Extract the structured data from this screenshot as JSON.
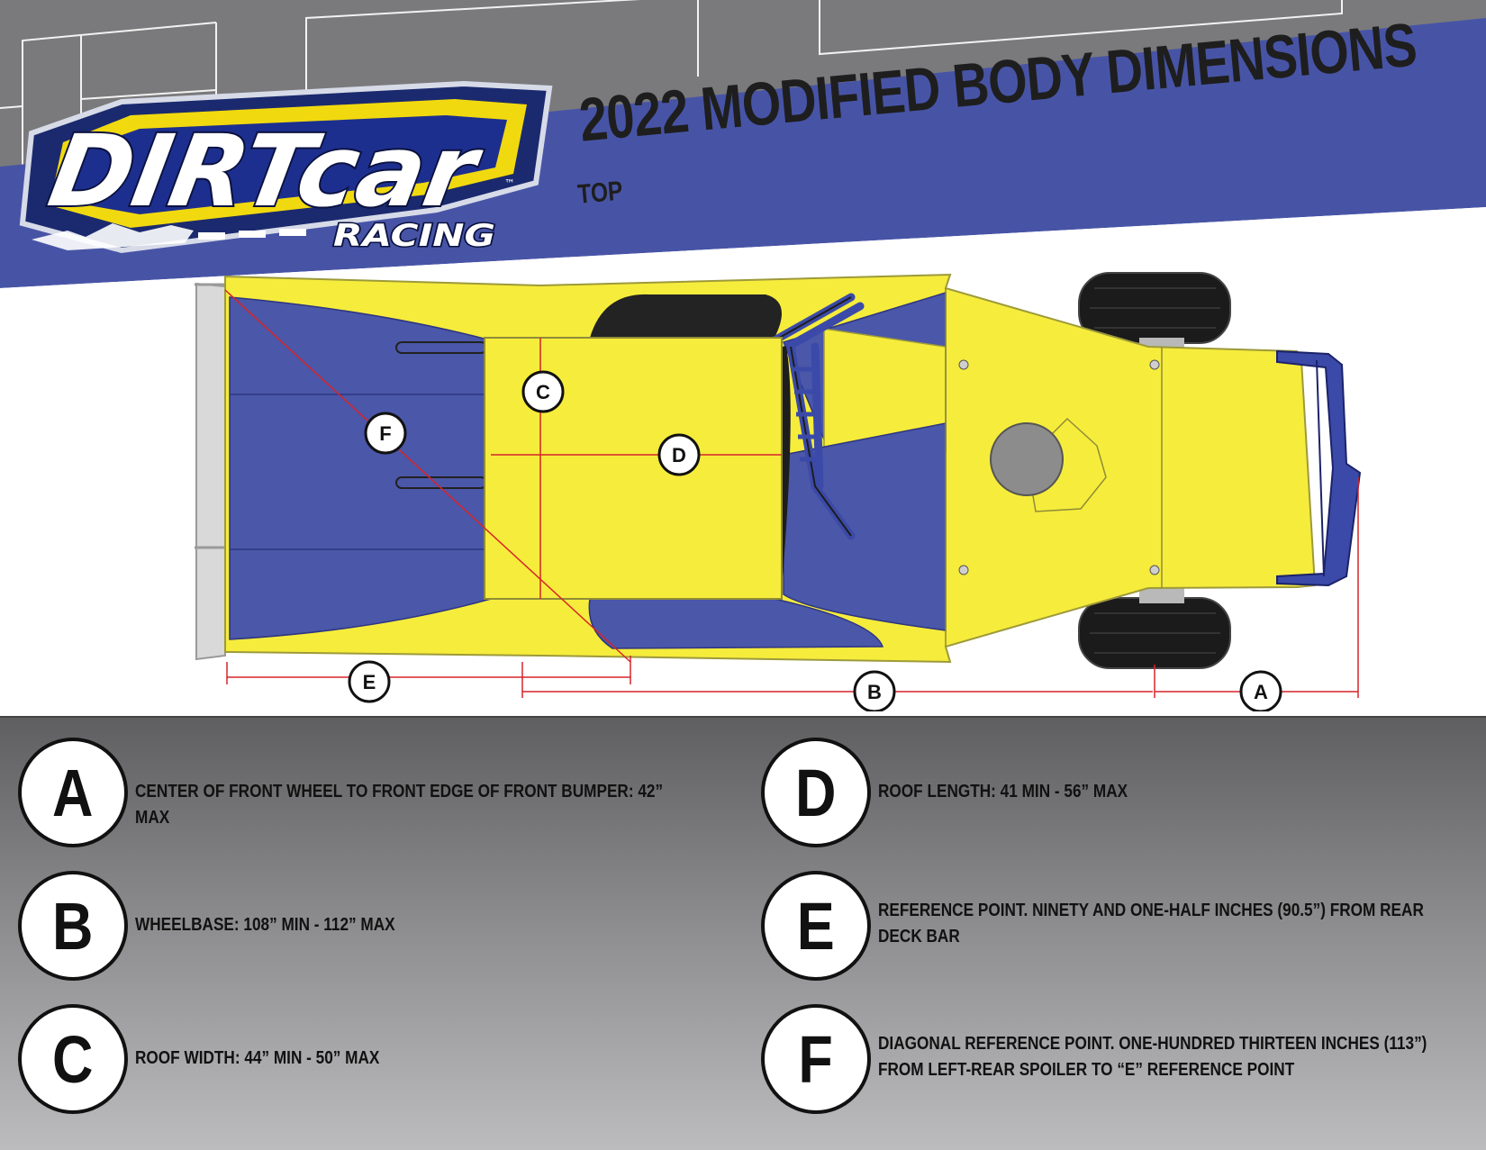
{
  "header": {
    "title": "2022 MODIFIED BODY DIMENSIONS",
    "subtitle": "TOP",
    "logo_text": "DIRTcar",
    "logo_subtext": "RACING",
    "logo_mark": "™"
  },
  "colors": {
    "band_blue": "#4754a6",
    "body_yellow": "#f6ec3c",
    "body_blue": "#4b57a8",
    "dimension_red": "#d6252a",
    "tire": "#1b1b1b"
  },
  "diagram": {
    "markers": [
      "A",
      "B",
      "C",
      "D",
      "E",
      "F"
    ]
  },
  "legend": [
    {
      "letter": "A",
      "text": "CENTER OF FRONT WHEEL TO FRONT EDGE OF FRONT BUMPER: 42” MAX"
    },
    {
      "letter": "B",
      "text": "WHEELBASE: 108” MIN - 112” MAX"
    },
    {
      "letter": "C",
      "text": "ROOF WIDTH: 44” MIN - 50” MAX"
    },
    {
      "letter": "D",
      "text": "ROOF LENGTH: 41 MIN - 56” MAX"
    },
    {
      "letter": "E",
      "text": "REFERENCE POINT. NINETY AND ONE-HALF INCHES (90.5”) FROM REAR DECK BAR"
    },
    {
      "letter": "F",
      "text": "DIAGONAL REFERENCE POINT. ONE-HUNDRED THIRTEEN INCHES (113”) FROM LEFT-REAR SPOILER TO “E” REFERENCE POINT"
    }
  ]
}
